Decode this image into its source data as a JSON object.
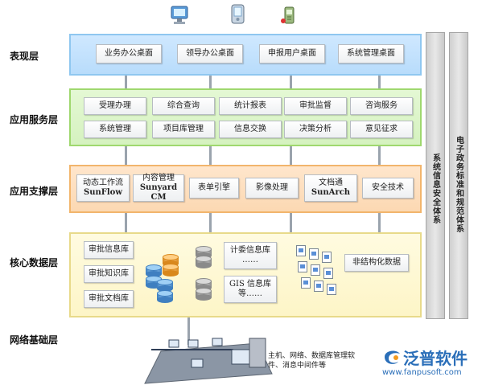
{
  "layers": {
    "presentation": {
      "label": "表现层",
      "boxes": [
        "业务办公桌面",
        "领导办公桌面",
        "申报用户桌面",
        "系统管理桌面"
      ]
    },
    "application_services": {
      "label": "应用服务层",
      "row1": [
        "受理办理",
        "综合查询",
        "统计报表",
        "审批监督",
        "咨询服务"
      ],
      "row2": [
        "系统管理",
        "项目库管理",
        "信息交换",
        "决策分析",
        "意见征求"
      ]
    },
    "application_support": {
      "label": "应用支撑层",
      "workflow": {
        "cn": "动态工作流",
        "en": "SunFlow"
      },
      "content_mgmt": {
        "cn": "内容管理",
        "en": "Sunyard CM"
      },
      "form_engine": "表单引擎",
      "image_processing": "影像处理",
      "document": {
        "cn": "文档通",
        "en": "SunArch"
      },
      "security_tech": "安全技术"
    },
    "core_data": {
      "label": "核心数据层",
      "left_boxes": [
        "审批信息库",
        "审批知识库",
        "审批文档库"
      ],
      "plan_db": {
        "line1": "计委信息库",
        "line2": "……"
      },
      "gis_db": {
        "line1": "GIS 信息库",
        "line2": "等……"
      },
      "unstructured": "非结构化数据"
    },
    "network": {
      "label": "网络基础层",
      "description": "主机、网络、数据库管理软件、消息中间件等"
    }
  },
  "side_bars": {
    "security": "系统信息安全体系",
    "standards": "电子政务标准和规范体系"
  },
  "brand": {
    "name": "泛普软件",
    "url": "www.fanpusoft.com"
  },
  "icons": {
    "top": [
      "computer-icon",
      "pda-icon",
      "mobile-phone-icon"
    ]
  },
  "colors": {
    "presentation": "#cfe8ff",
    "application": "#e4f8d4",
    "support": "#ffe6cc",
    "core": "#fffbe0",
    "brand": "#2b6fb9"
  }
}
